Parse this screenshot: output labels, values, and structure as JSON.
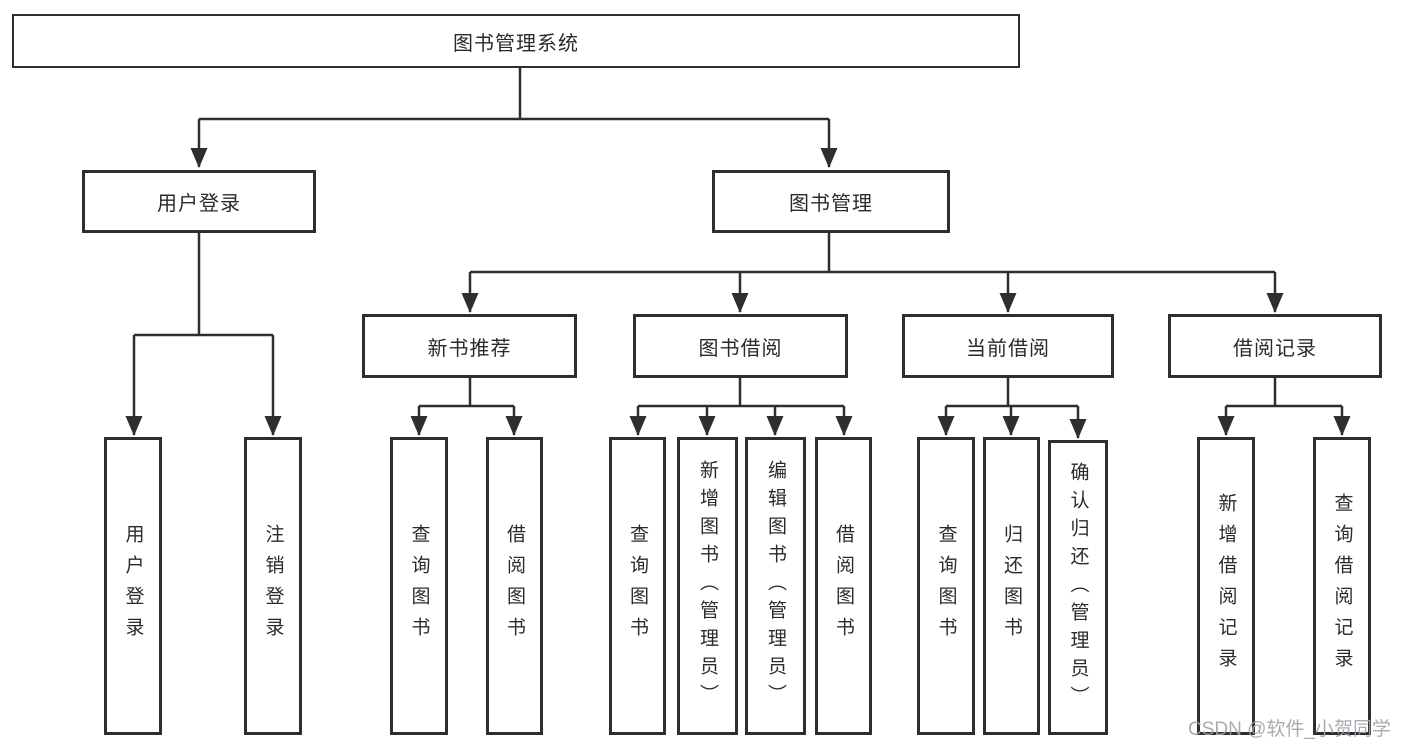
{
  "diagram": {
    "root": {
      "label": "图书管理系统"
    },
    "level2": [
      {
        "label": "用户登录"
      },
      {
        "label": "图书管理"
      }
    ],
    "level3": [
      {
        "label": "新书推荐"
      },
      {
        "label": "图书借阅"
      },
      {
        "label": "当前借阅"
      },
      {
        "label": "借阅记录"
      }
    ],
    "leaves": [
      {
        "label": "用户登录",
        "parent": "用户登录"
      },
      {
        "label": "注销登录",
        "parent": "用户登录"
      },
      {
        "label": "查询图书",
        "parent": "新书推荐"
      },
      {
        "label": "借阅图书",
        "parent": "新书推荐"
      },
      {
        "label": "查询图书",
        "parent": "图书借阅"
      },
      {
        "label": "新增图书（管理员）",
        "parent": "图书借阅"
      },
      {
        "label": "编辑图书（管理员）",
        "parent": "图书借阅"
      },
      {
        "label": "借阅图书",
        "parent": "图书借阅"
      },
      {
        "label": "查询图书",
        "parent": "当前借阅"
      },
      {
        "label": "归还图书",
        "parent": "当前借阅"
      },
      {
        "label": "确认归还（管理员）",
        "parent": "当前借阅"
      },
      {
        "label": "新增借阅记录",
        "parent": "借阅记录"
      },
      {
        "label": "查询借阅记录",
        "parent": "借阅记录"
      }
    ]
  },
  "watermark": {
    "text": "CSDN @软件_小贺同学"
  },
  "colors": {
    "line": "#2e2e2e",
    "box_border": "#2e2e2e",
    "text": "#2b2b2b",
    "watermark": "#9ea2a8",
    "background": "#ffffff"
  }
}
